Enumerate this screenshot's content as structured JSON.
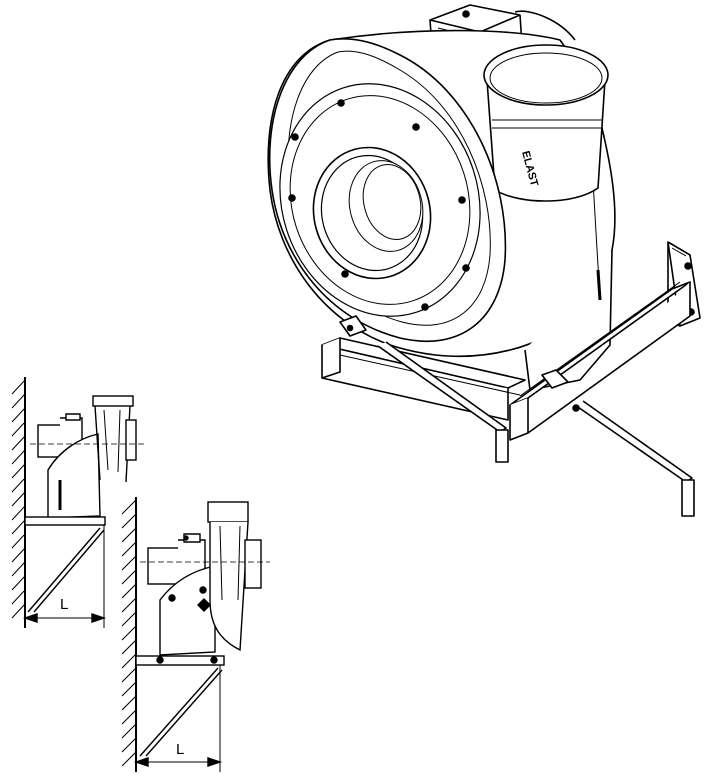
{
  "brand_text": "ELAST",
  "side_view_1": {
    "dimension_label": "L"
  },
  "side_view_2": {
    "dimension_label": "L"
  }
}
